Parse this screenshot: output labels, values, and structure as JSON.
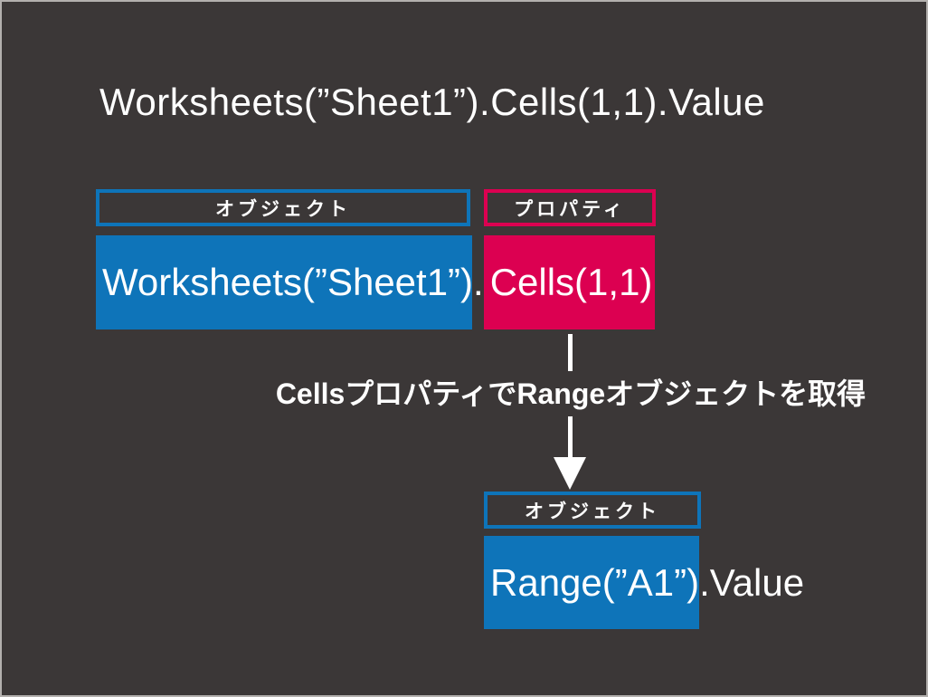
{
  "colors": {
    "background": "#3b3737",
    "frame": "#b3b0ae",
    "blue": "#0e74b9",
    "pink": "#dc0051",
    "text": "#ffffff",
    "arrow": "#ffffff"
  },
  "title": "Worksheets(”Sheet1”).Cells(1,1).Value",
  "row1": {
    "object_label": "オブジェクト",
    "property_label": "プロパティ",
    "object_code": "Worksheets(”Sheet1”).",
    "property_code": "Cells(1,1)"
  },
  "arrow": {
    "caption": "CellsプロパティでRangeオブジェクトを取得"
  },
  "row2": {
    "object_label": "オブジェクト",
    "object_code": "Range(”A1”)",
    "value_suffix": ".Value"
  }
}
